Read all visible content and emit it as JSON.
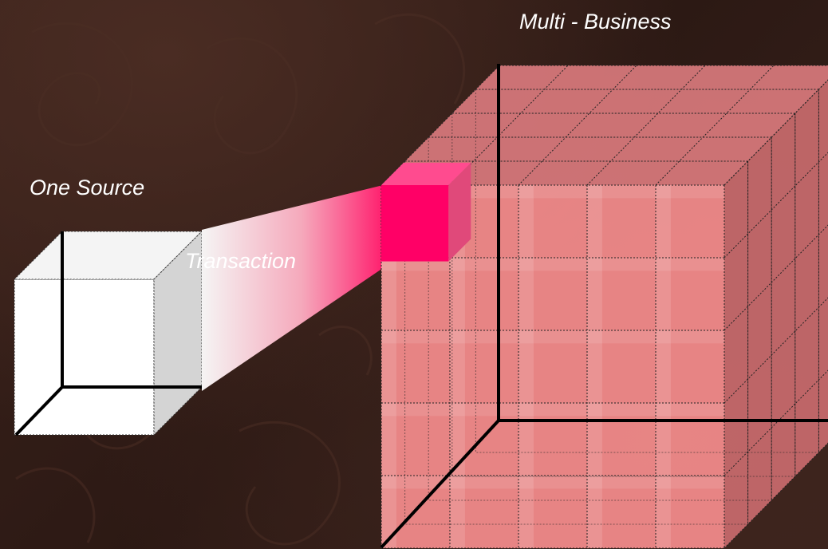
{
  "labels": {
    "multi_business": "Multi - Business",
    "one_source": "One Source",
    "transaction": "Transaction"
  },
  "colors": {
    "background": "#2f1b16",
    "big_cube_fill": "#f08a8a",
    "highlight_cell": "#ff0066",
    "small_cube_fill": "#ffffff",
    "small_cube_side": "#d4d4d4",
    "axis": "#000000"
  },
  "big_cube": {
    "grid_divisions": 5
  },
  "icons": [
    "damask-pattern",
    "single-cube-icon",
    "multi-cube-icon",
    "transaction-beam"
  ]
}
